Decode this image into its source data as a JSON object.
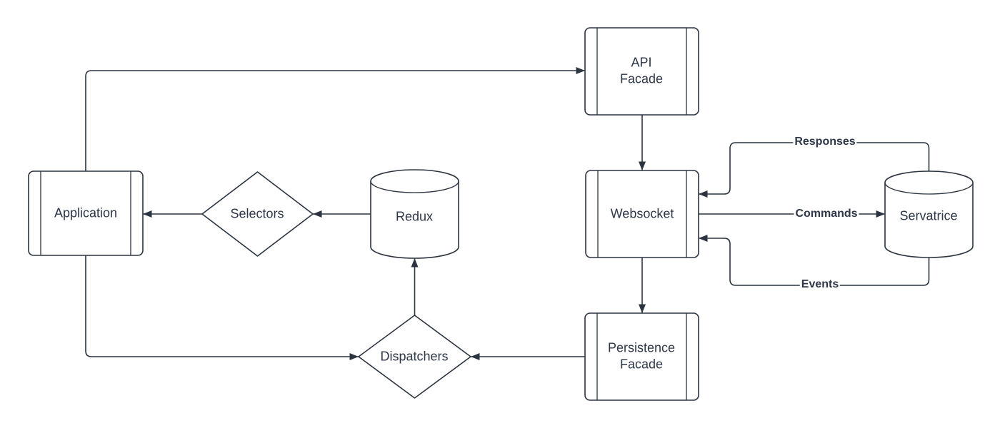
{
  "diagram": {
    "colors": {
      "stroke": "#2b3440",
      "text": "#2d3748",
      "background": "#ffffff"
    },
    "nodes": {
      "application": {
        "label": "Application",
        "shape": "process"
      },
      "selectors": {
        "label": "Selectors",
        "shape": "decision-diamond"
      },
      "redux": {
        "label": "Redux",
        "shape": "database-cylinder"
      },
      "api_facade": {
        "label": "API Facade",
        "shape": "process"
      },
      "websocket": {
        "label": "Websocket",
        "shape": "process"
      },
      "servatrice": {
        "label": "Servatrice",
        "shape": "database-cylinder"
      },
      "persistence_facade": {
        "label": "Persistence Facade",
        "shape": "process"
      },
      "dispatchers": {
        "label": "Dispatchers",
        "shape": "decision-diamond"
      }
    },
    "edge_labels": {
      "responses": "Responses",
      "commands": "Commands",
      "events": "Events"
    },
    "connections": [
      {
        "from": "application",
        "to": "api_facade",
        "label": ""
      },
      {
        "from": "api_facade",
        "to": "websocket",
        "label": ""
      },
      {
        "from": "websocket",
        "to": "servatrice",
        "label": "Commands"
      },
      {
        "from": "servatrice",
        "to": "websocket",
        "label": "Responses"
      },
      {
        "from": "servatrice",
        "to": "websocket",
        "label": "Events"
      },
      {
        "from": "websocket",
        "to": "persistence_facade",
        "label": ""
      },
      {
        "from": "persistence_facade",
        "to": "dispatchers",
        "label": ""
      },
      {
        "from": "dispatchers",
        "to": "redux",
        "label": ""
      },
      {
        "from": "redux",
        "to": "selectors",
        "label": ""
      },
      {
        "from": "selectors",
        "to": "application",
        "label": ""
      },
      {
        "from": "application",
        "to": "dispatchers",
        "label": ""
      }
    ]
  }
}
